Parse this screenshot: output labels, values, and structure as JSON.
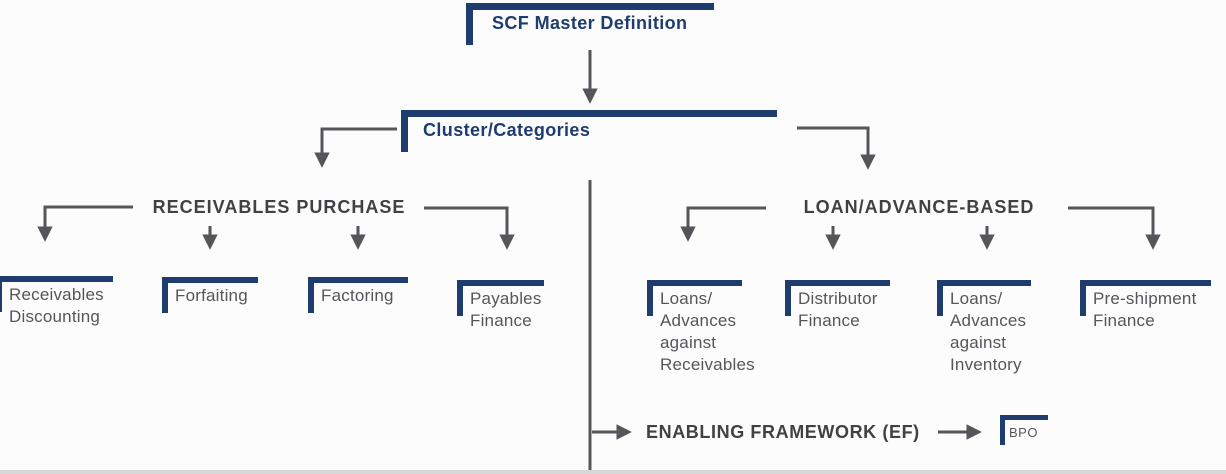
{
  "nodes": {
    "root": {
      "label": "SCF Master Definition"
    },
    "cluster": {
      "label": "Cluster/Categories"
    },
    "receivables_purchase": {
      "label": "RECEIVABLES PURCHASE",
      "children": [
        {
          "label": "Receivables\nDiscounting"
        },
        {
          "label": "Forfaiting"
        },
        {
          "label": "Factoring"
        },
        {
          "label": "Payables\nFinance"
        }
      ]
    },
    "loan_advance_based": {
      "label": "LOAN/ADVANCE-BASED",
      "children": [
        {
          "label": "Loans/\nAdvances\nagainst\nReceivables"
        },
        {
          "label": "Distributor\nFinance"
        },
        {
          "label": "Loans/\nAdvances\nagainst\nInventory"
        },
        {
          "label": "Pre-shipment\nFinance"
        }
      ]
    },
    "enabling_framework": {
      "label": "ENABLING FRAMEWORK (EF)",
      "child": {
        "label": "BPO"
      }
    }
  },
  "colors": {
    "navy": "#1e3c6d",
    "line": "#54565a",
    "header_text": "#414044",
    "leaf_text": "#54565a",
    "background": "#fcfcfc"
  }
}
